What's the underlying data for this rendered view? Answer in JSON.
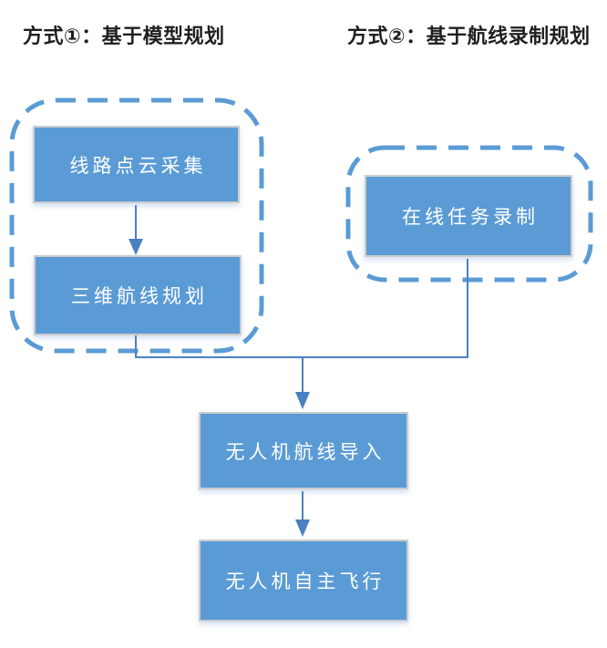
{
  "headers": {
    "method1": "方式①：基于模型规划",
    "method2": "方式②：基于航线录制规划"
  },
  "diagram": {
    "type": "flowchart",
    "groups": [
      {
        "id": "method1-group",
        "title": "方式①：基于模型规划",
        "style": "dashed-rounded-outline",
        "contains": [
          "线路点云采集",
          "三维航线规划"
        ]
      },
      {
        "id": "method2-group",
        "title": "方式②：基于航线录制规划",
        "style": "dashed-rounded-outline",
        "contains": [
          "在线任务录制"
        ]
      }
    ],
    "nodes": [
      {
        "id": "point-cloud-collection",
        "label": "线路点云采集"
      },
      {
        "id": "route-planning-3d",
        "label": "三维航线规划"
      },
      {
        "id": "online-task-recording",
        "label": "在线任务录制"
      },
      {
        "id": "uav-route-import",
        "label": "无人机航线导入"
      },
      {
        "id": "uav-autonomous-flight",
        "label": "无人机自主飞行"
      }
    ],
    "edges": [
      {
        "from": "线路点云采集",
        "to": "三维航线规划",
        "style": "arrow"
      },
      {
        "from": "三维航线规划",
        "to": "无人机航线导入",
        "style": "elbow-arrow"
      },
      {
        "from": "在线任务录制",
        "to": "无人机航线导入",
        "style": "elbow-arrow"
      },
      {
        "from": "无人机航线导入",
        "to": "无人机自主飞行",
        "style": "arrow"
      }
    ]
  },
  "theme": {
    "node_fill": "#5b9bd5",
    "node_border": "#cccccc",
    "node_text": "#ffffff",
    "connector": "#4a80c2",
    "dashed_border": "#5b9bd5",
    "heading_text": "#1f1f1f",
    "background": "#ffffff"
  }
}
